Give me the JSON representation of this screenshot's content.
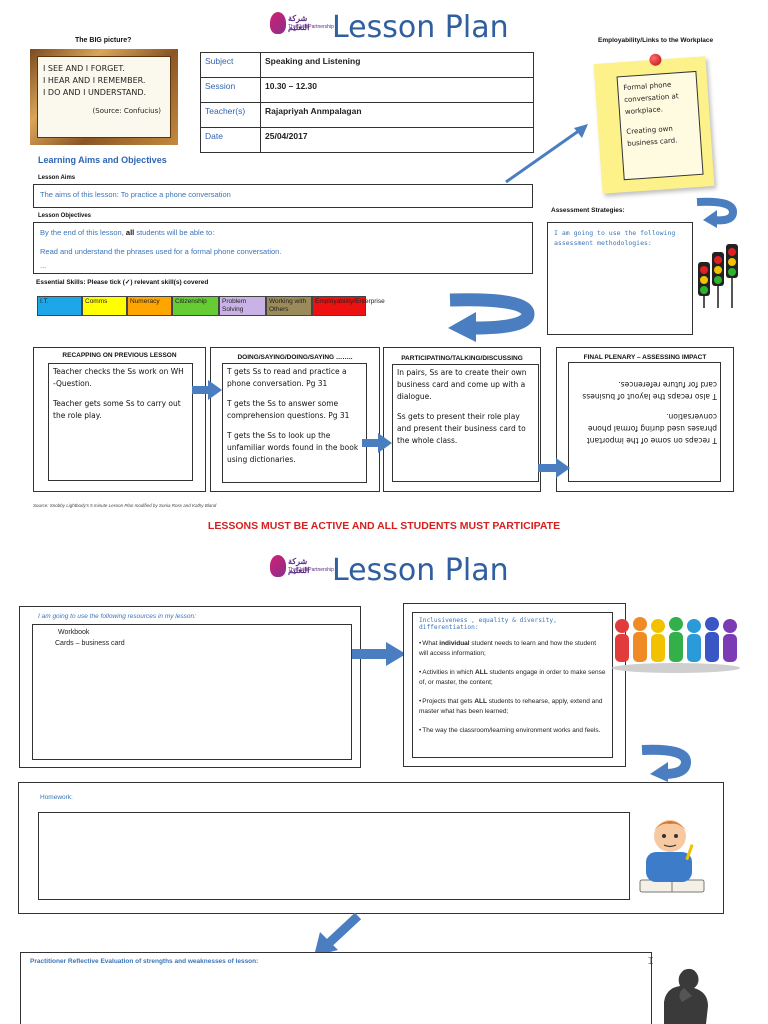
{
  "page1": {
    "logo": {
      "arabic": "شركة التعليم",
      "latin": "TheSkillsPartnership"
    },
    "title": "Lesson Plan",
    "big_picture": {
      "heading": "The BIG picture?",
      "quote_lines": [
        "I SEE AND I FORGET.",
        "I HEAR AND I REMEMBER.",
        "I DO AND I UNDERSTAND."
      ],
      "source": "(Source: Confucius)"
    },
    "info_table": [
      {
        "label": "Subject",
        "value": "Speaking and Listening"
      },
      {
        "label": "Session",
        "value": "10.30 – 12.30"
      },
      {
        "label": "Teacher(s)",
        "value": "Rajapriyah Anmpalagan"
      },
      {
        "label": "Date",
        "value": "25/04/2017"
      }
    ],
    "employability": {
      "heading": "Employability/Links to the Workplace",
      "note_lines": [
        "Formal phone conversation at workplace.",
        "Creating own business card."
      ]
    },
    "learning_aims_heading": "Learning Aims and Objectives",
    "lesson_aims": {
      "label": "Lesson Aims",
      "text": "The aims of this lesson: To practice a phone conversation"
    },
    "lesson_objectives": {
      "label": "Lesson Objectives",
      "line1_pre": "By the end of this lesson,",
      "line1_bold": "all",
      "line1_post": "students will be able to:",
      "line2": "Read and understand the phrases used for a formal phone conversation.",
      "line3": "..."
    },
    "assessment": {
      "heading": "Assessment Strategies:",
      "text": "I am going to use the following assessment methodologies:"
    },
    "essential_skills": {
      "heading": "Essential Skills: Please tick (✓) relevant skill(s) covered",
      "items": [
        {
          "label": "I.T.",
          "color": "#1ea7e8"
        },
        {
          "label": "Comms",
          "color": "#ffff00"
        },
        {
          "label": "Numeracy",
          "color": "#ffa500"
        },
        {
          "label": "Citizenship",
          "color": "#66cc33"
        },
        {
          "label": "Problem Solving",
          "color": "#c9b3e6"
        },
        {
          "label": "Working with Others",
          "color": "#9c8b5a"
        },
        {
          "label": "Employability/Enterprise",
          "color": "#ee1111"
        }
      ]
    },
    "stages": [
      {
        "title": "RECAPPING ON PREVIOUS LESSON",
        "paragraphs": [
          "Teacher checks the Ss work on WH -Question.",
          "Teacher gets some Ss to carry out the role play."
        ]
      },
      {
        "title": "DOING/SAYING/DOING/SAYING ……..",
        "paragraphs": [
          "T gets Ss to read and practice a phone conversation. Pg 31",
          "T gets the Ss to answer some comprehension questions. Pg 31",
          "T gets the Ss to look up the unfamiliar words found in the book using dictionaries."
        ]
      },
      {
        "title": "PARTICIPATING/TALKING/DISCUSSING",
        "paragraphs": [
          "In pairs, Ss are to create their own business card and come up with a dialogue.",
          "Ss gets to present their role play and present their business card to the whole class."
        ]
      },
      {
        "title": "FINAL PLENARY – ASSESSING IMPACT",
        "paragraphs": [
          "T recaps on some of the important phrases used during formal phone conversation.",
          "T also recaps the layout of business card for future references."
        ]
      }
    ],
    "source_note": "Source: Snobby Lightbody's 5 minute Lesson Plan modified by Sonia Ross and Kathy Bland",
    "banner": "LESSONS MUST BE ACTIVE AND ALL STUDENTS MUST PARTICIPATE"
  },
  "page2": {
    "title": "Lesson Plan",
    "resources": {
      "heading": "I am going to use the following resources in my lesson:",
      "items": [
        "Workbook",
        "Cards – business card"
      ]
    },
    "inclusiveness": {
      "heading": "Inclusiveness , equality & diversity, differentiation:",
      "bullets": [
        {
          "pre": "What ",
          "bold": "individual",
          "post": " student needs to learn and how the student will access information;"
        },
        {
          "pre": "Activities in which ",
          "bold": "ALL",
          "post": " students engage in order to make sense of, or master, the content;"
        },
        {
          "pre": "Projects that gets ",
          "bold": "ALL",
          "post": " students to rehearse, apply, extend and master what has been learned;"
        },
        {
          "pre": "The way the classroom/learning environment works and feels.",
          "bold": "",
          "post": ""
        }
      ]
    },
    "homework": {
      "heading": "Homework:"
    },
    "reflective": {
      "heading": "Practitioner Reflective Evaluation of strengths and weaknesses of lesson:"
    }
  },
  "colors": {
    "title_blue": "#2f5f9e",
    "label_blue": "#2f65b2",
    "arrow_blue": "#4a7ec0",
    "banner_red": "#d62020",
    "sticky_yellow": "#fdf18a"
  }
}
